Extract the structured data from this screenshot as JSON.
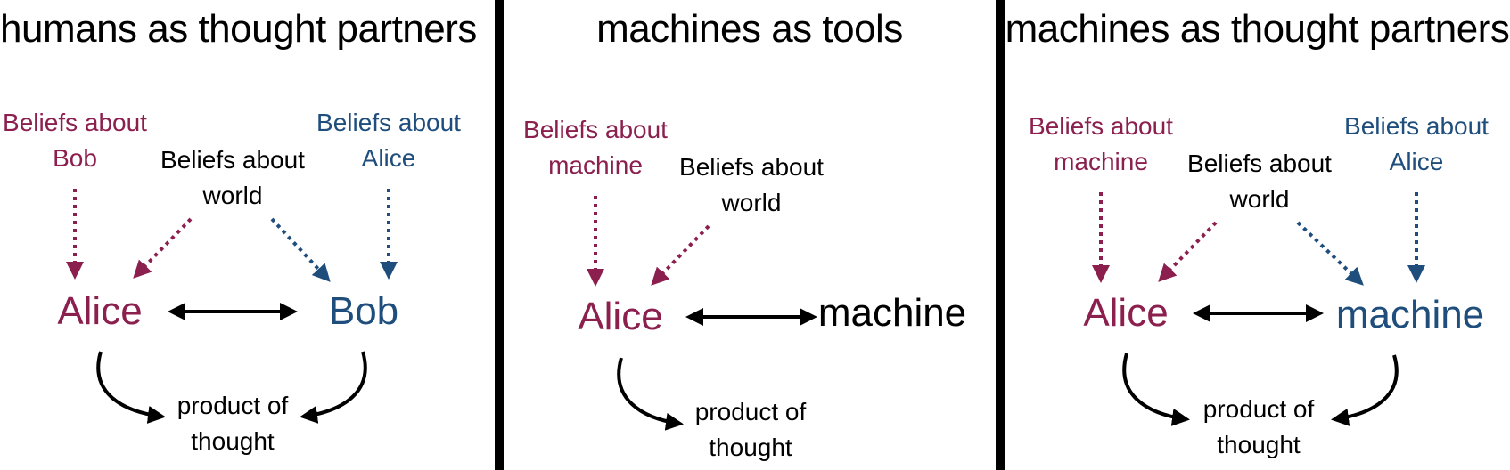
{
  "colors": {
    "purple": "#8b1f4e",
    "blue": "#1f4e7d",
    "black": "#000000"
  },
  "panels": [
    {
      "title": "humans as thought partners",
      "left_beliefs": [
        "Beliefs about",
        "Bob"
      ],
      "world_beliefs": [
        "Beliefs about",
        "world"
      ],
      "right_beliefs": [
        "Beliefs about",
        "Alice"
      ],
      "left_node": "Alice",
      "right_node": "Bob",
      "product": [
        "product of",
        "thought"
      ]
    },
    {
      "title": "machines as tools",
      "left_beliefs": [
        "Beliefs about",
        "machine"
      ],
      "world_beliefs": [
        "Beliefs about",
        "world"
      ],
      "left_node": "Alice",
      "right_node": "machine",
      "product": [
        "product of",
        "thought"
      ]
    },
    {
      "title": "machines as thought partners",
      "left_beliefs": [
        "Beliefs about",
        "machine"
      ],
      "world_beliefs": [
        "Beliefs about",
        "world"
      ],
      "right_beliefs": [
        "Beliefs about",
        "Alice"
      ],
      "left_node": "Alice",
      "right_node": "machine",
      "product": [
        "product of",
        "thought"
      ]
    }
  ]
}
